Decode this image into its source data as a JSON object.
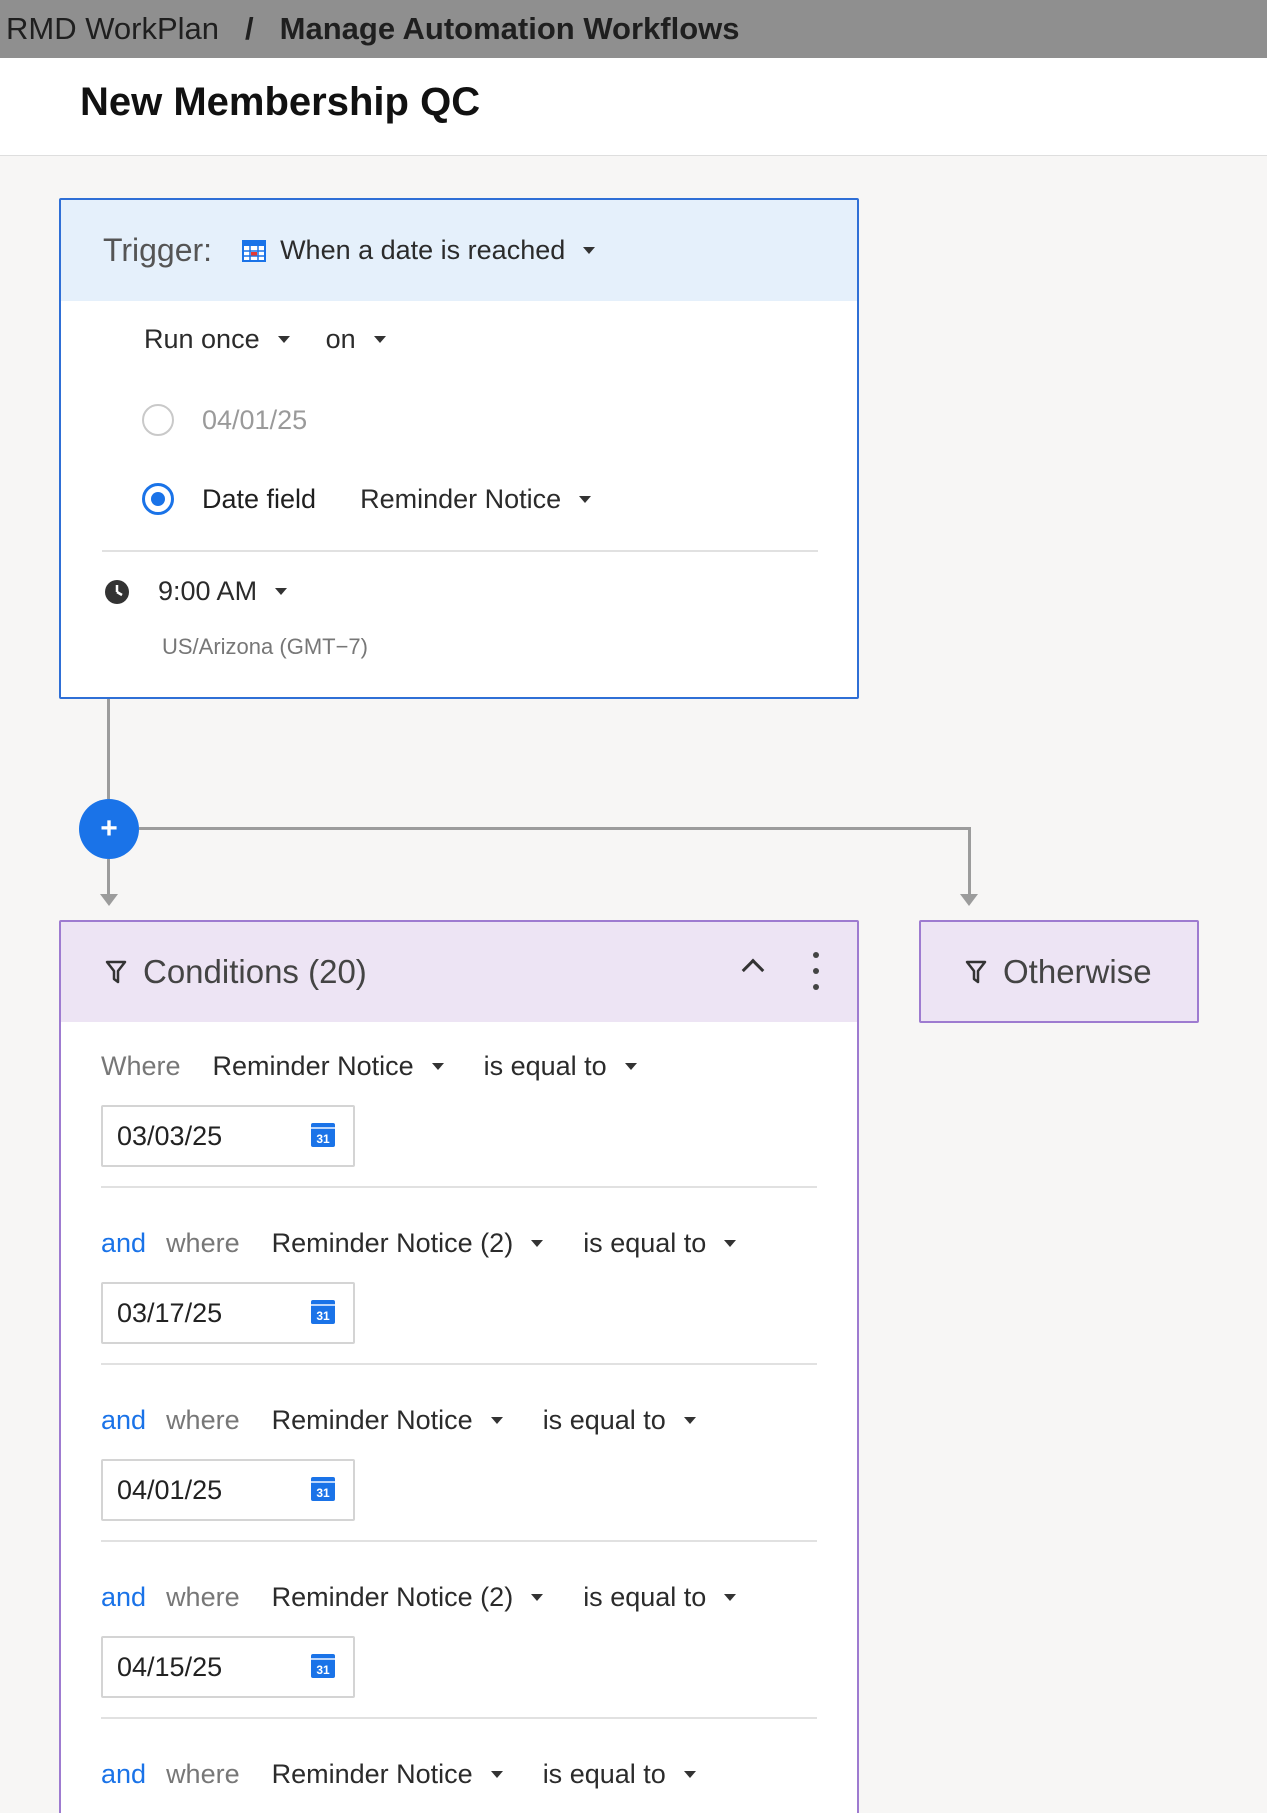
{
  "breadcrumb": {
    "root": "RMD WorkPlan",
    "separator": "/",
    "current": "Manage Automation Workflows"
  },
  "page": {
    "title": "New Membership QC"
  },
  "trigger": {
    "label": "Trigger:",
    "type": "When a date is reached",
    "frequency": "Run once",
    "preposition": "on",
    "fixed_date": "04/01/25",
    "date_field_label": "Date field",
    "date_field_value": "Reminder Notice",
    "selected_option": "date_field",
    "time": "9:00 AM",
    "timezone": "US/Arizona (GMT−7)"
  },
  "conditions": {
    "title": "Conditions (20)",
    "rows": [
      {
        "conjunction": "",
        "where": "Where",
        "field": "Reminder Notice",
        "operator": "is equal to",
        "value": "03/03/25"
      },
      {
        "conjunction": "and",
        "where": "where",
        "field": "Reminder Notice (2)",
        "operator": "is equal to",
        "value": "03/17/25"
      },
      {
        "conjunction": "and",
        "where": "where",
        "field": "Reminder Notice",
        "operator": "is equal to",
        "value": "04/01/25"
      },
      {
        "conjunction": "and",
        "where": "where",
        "field": "Reminder Notice (2)",
        "operator": "is equal to",
        "value": "04/15/25"
      },
      {
        "conjunction": "and",
        "where": "where",
        "field": "Reminder Notice",
        "operator": "is equal to",
        "value": ""
      }
    ]
  },
  "otherwise": {
    "label": "Otherwise"
  },
  "icons": {
    "add": "plus-icon",
    "calendar": "calendar-icon",
    "clock": "clock-icon",
    "filter": "filter-icon"
  },
  "colors": {
    "accent": "#1a73e8",
    "trigger_border": "#2f6fd6",
    "trigger_header": "#e5f0fb",
    "condition_border": "#9e7bd0",
    "condition_header": "#ede4f4",
    "topbar": "#8f8f8f"
  }
}
